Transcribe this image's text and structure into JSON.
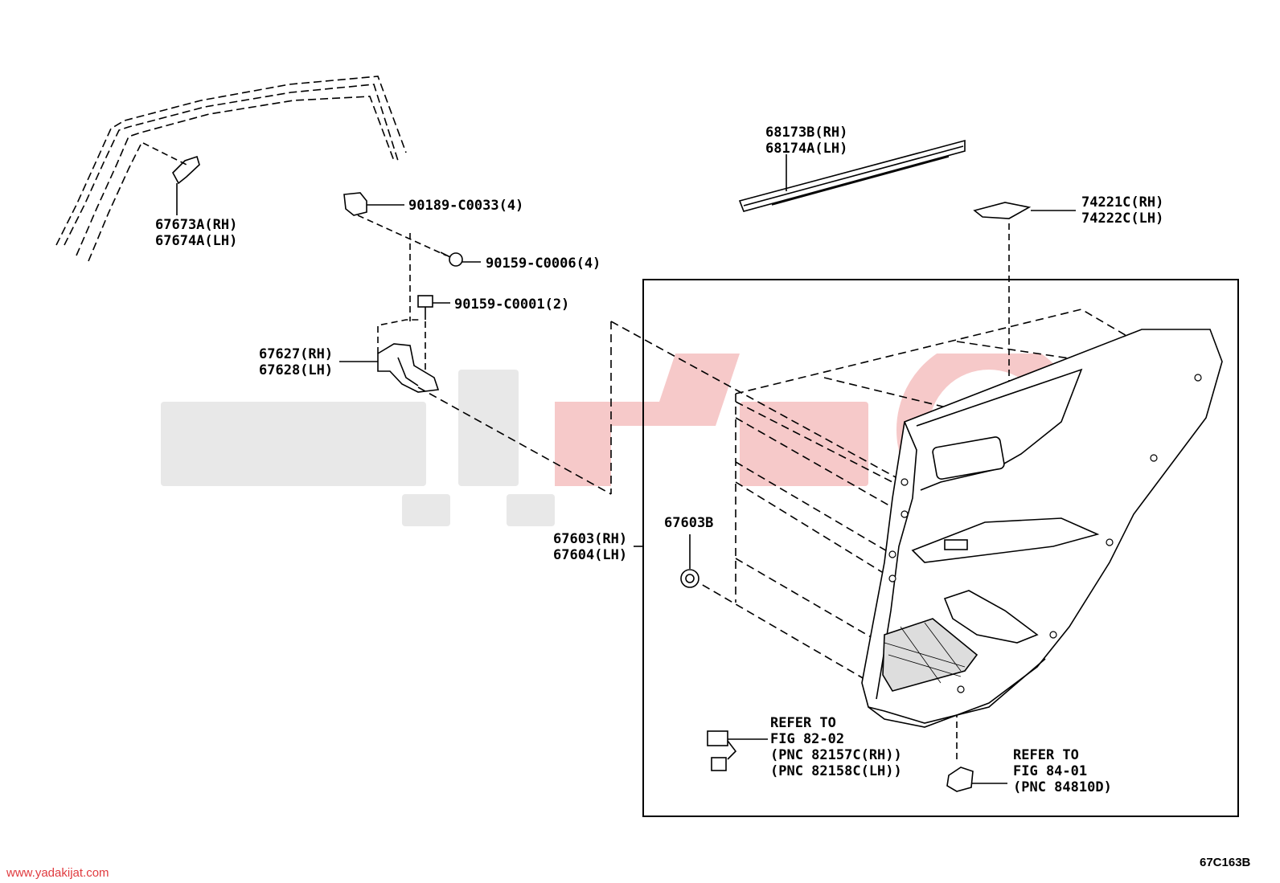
{
  "labels": {
    "p67673": [
      "67673A(RH)",
      "67674A(LH)"
    ],
    "p90189": [
      "90189-C0033(4)"
    ],
    "p90159a": [
      "90159-C0006(4)"
    ],
    "p90159b": [
      "90159-C0001(2)"
    ],
    "p67627": [
      "67627(RH)",
      "67628(LH)"
    ],
    "p68173": [
      "68173B(RH)",
      "68174A(LH)"
    ],
    "p74221": [
      "74221C(RH)",
      "74222C(LH)"
    ],
    "p67603": [
      "67603(RH)",
      "67604(LH)"
    ],
    "p67603b": [
      "67603B"
    ],
    "refer1": [
      "REFER TO",
      "FIG 82-02",
      "(PNC 82157C(RH))",
      "(PNC 82158C(LH))"
    ],
    "refer2": [
      "REFER TO",
      "FIG 84-01",
      "(PNC 84810D)"
    ]
  },
  "figure_code": "67C163B",
  "watermark_url": "www.yadakijat.com",
  "colors": {
    "watermark_red": "#f6c9c9",
    "watermark_gray": "#e8e8e8",
    "url": "#e03a3e"
  }
}
